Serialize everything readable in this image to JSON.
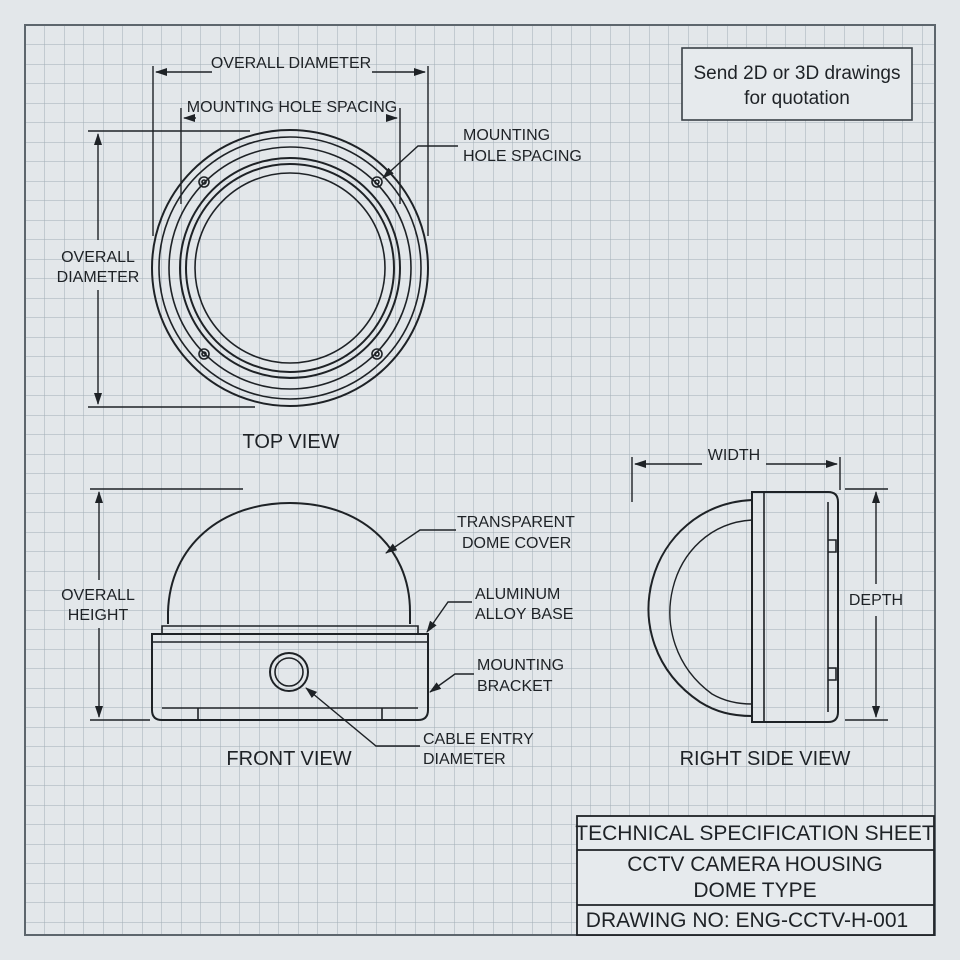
{
  "note": {
    "line1": "Send 2D or 3D drawings",
    "line2": "for quotation"
  },
  "top_view": {
    "title": "TOP VIEW",
    "overall_diameter_top": "OVERALL DIAMETER",
    "mounting_hole_spacing_dim": "MOUNTING HOLE SPACING",
    "mounting_hole_callout_1": "MOUNTING",
    "mounting_hole_callout_2": "HOLE SPACING",
    "overall_diameter_side_1": "OVERALL",
    "overall_diameter_side_2": "DIAMETER"
  },
  "front_view": {
    "title": "FRONT VIEW",
    "overall_height_1": "OVERALL",
    "overall_height_2": "HEIGHT",
    "dome_cover_1": "TRANSPARENT",
    "dome_cover_2": "DOME COVER",
    "base_1": "ALUMINUM",
    "base_2": "ALLOY BASE",
    "bracket_1": "MOUNTING",
    "bracket_2": "BRACKET",
    "cable_1": "CABLE ENTRY",
    "cable_2": "DIAMETER"
  },
  "side_view": {
    "title": "RIGHT SIDE VIEW",
    "width": "WIDTH",
    "depth": "DEPTH"
  },
  "title_block": {
    "heading": "TECHNICAL SPECIFICATION SHEET",
    "product_1": "CCTV CAMERA HOUSING",
    "product_2": "DOME TYPE",
    "drawing_no": "DRAWING NO: ENG-CCTV-H-001"
  },
  "colors": {
    "paper": "#e3e7ea",
    "grid": "#9aa6ae",
    "ink": "#1e2226"
  }
}
